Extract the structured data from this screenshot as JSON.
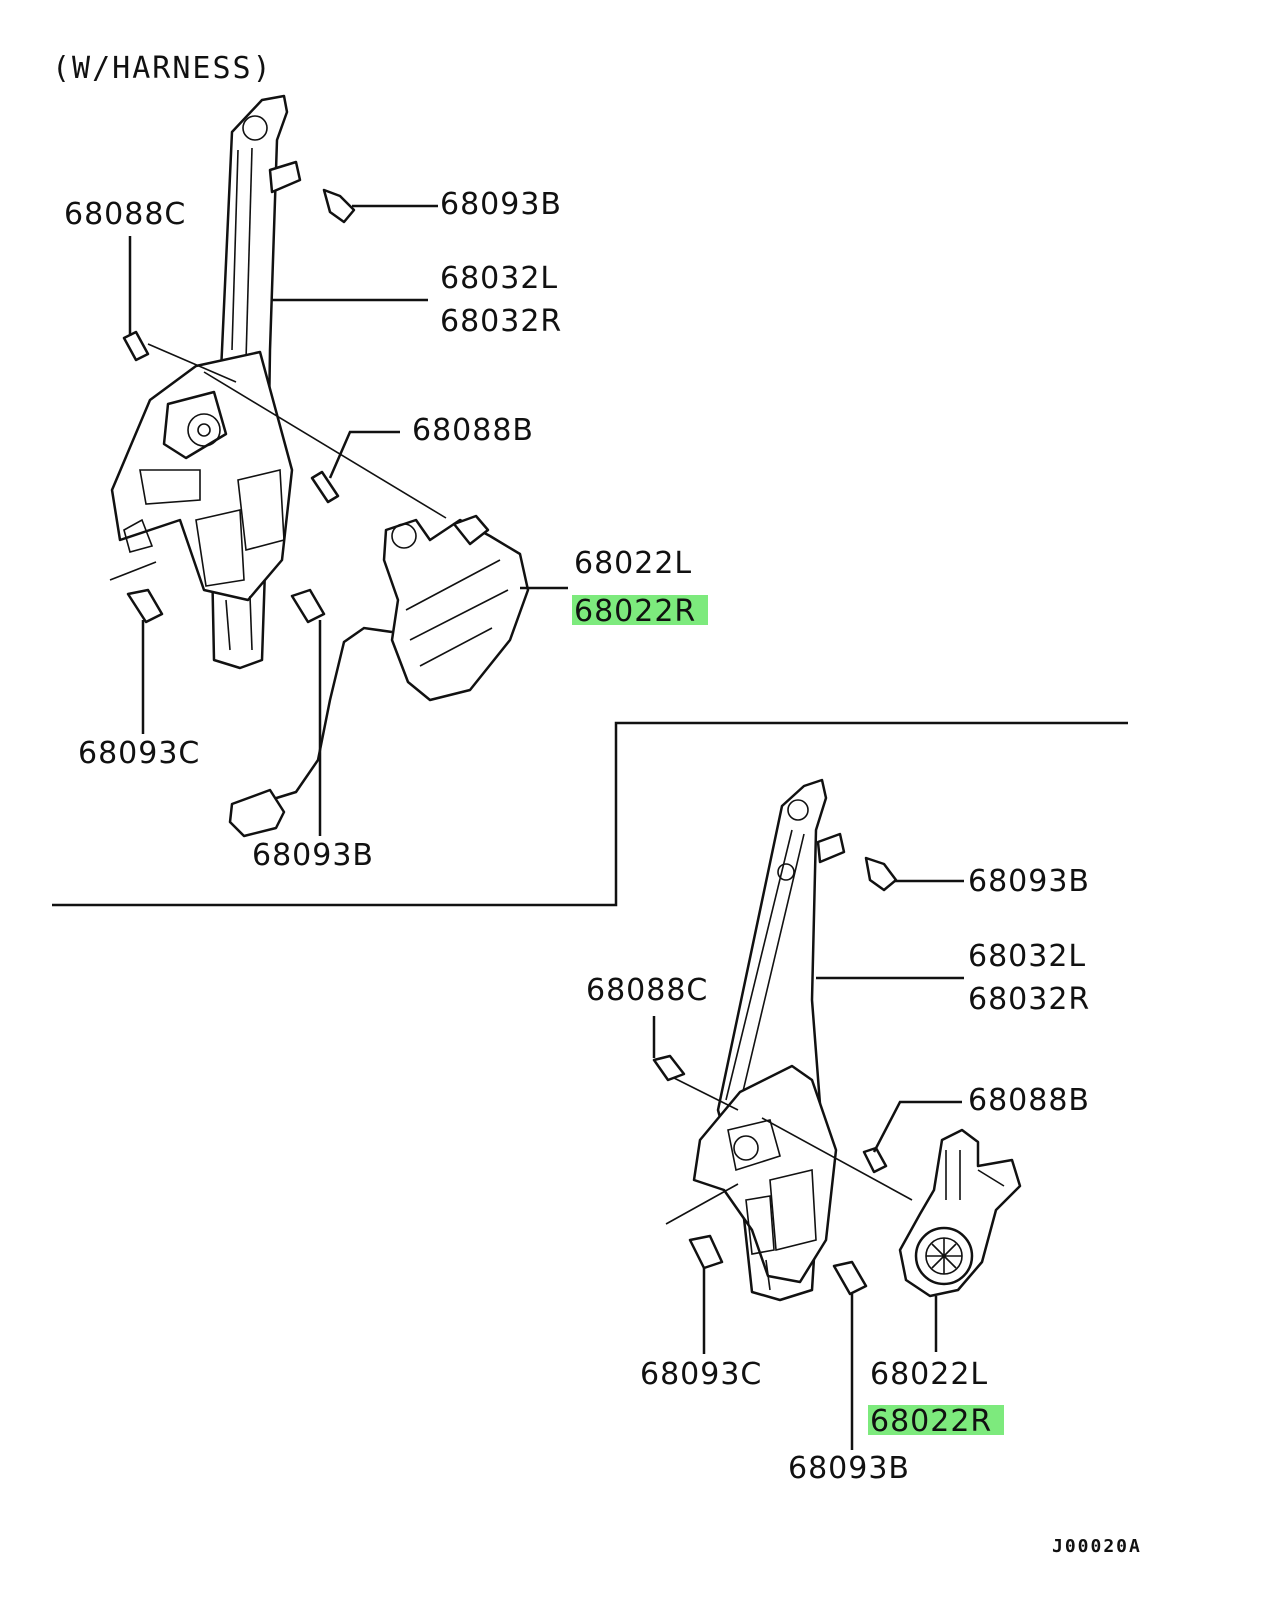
{
  "header": {
    "text": "(W/HARNESS)"
  },
  "diagram_code": "J00020A",
  "highlight_color": "#7dea7d",
  "upper_assembly": {
    "callouts": [
      {
        "id": "u-68093b-top",
        "text": "68093B"
      },
      {
        "id": "u-68088c",
        "text": "68088C"
      },
      {
        "id": "u-68032l",
        "text": "68032L"
      },
      {
        "id": "u-68032r",
        "text": "68032R"
      },
      {
        "id": "u-68088b",
        "text": "68088B"
      },
      {
        "id": "u-68022l",
        "text": "68022L"
      },
      {
        "id": "u-68022r",
        "text": "68022R",
        "highlighted": true
      },
      {
        "id": "u-68093c",
        "text": "68093C"
      },
      {
        "id": "u-68093b-bottom",
        "text": "68093B"
      }
    ]
  },
  "lower_assembly": {
    "callouts": [
      {
        "id": "l-68093b-top",
        "text": "68093B"
      },
      {
        "id": "l-68032l",
        "text": "68032L"
      },
      {
        "id": "l-68032r",
        "text": "68032R"
      },
      {
        "id": "l-68088c",
        "text": "68088C"
      },
      {
        "id": "l-68088b",
        "text": "68088B"
      },
      {
        "id": "l-68093c",
        "text": "68093C"
      },
      {
        "id": "l-68022l",
        "text": "68022L"
      },
      {
        "id": "l-68022r",
        "text": "68022R",
        "highlighted": true
      },
      {
        "id": "l-68093b-bottom",
        "text": "68093B"
      }
    ]
  }
}
